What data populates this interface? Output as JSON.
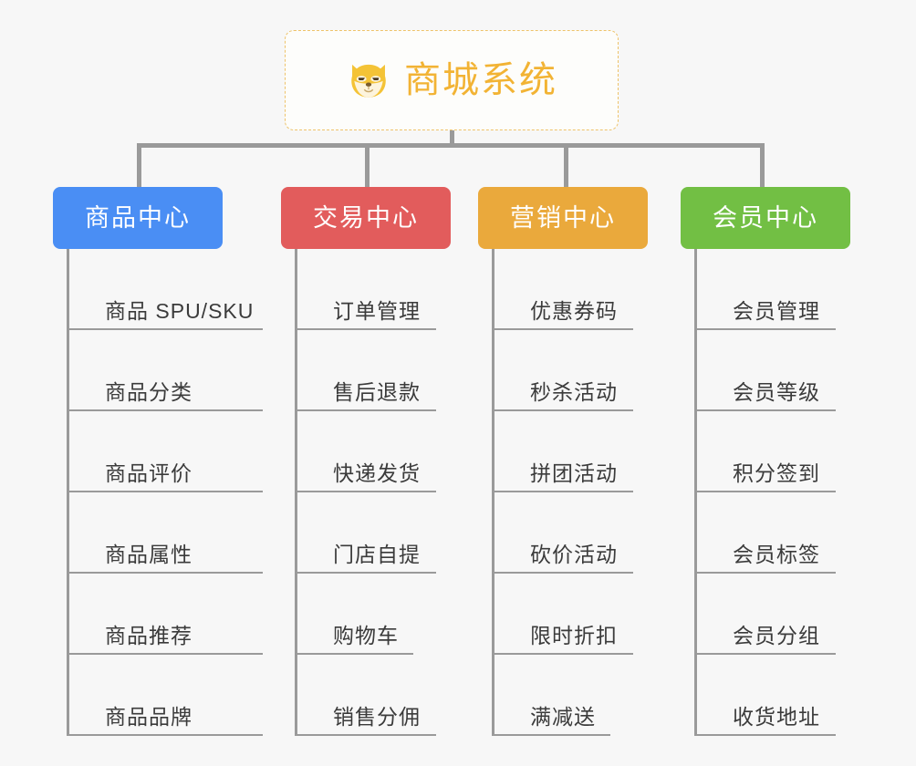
{
  "root": {
    "title": "商城系统",
    "logo_icon": "shiba-dog-face-icon",
    "accent_color": "#f2b334",
    "border_style": "dashed",
    "background": "#fdfdfb"
  },
  "canvas": {
    "background_color": "#f7f7f7",
    "connector_color": "#9a9a9a"
  },
  "columns": [
    {
      "label": "商品中心",
      "color": "#4a8ef4",
      "items": [
        {
          "label": "商品 SPU/SKU"
        },
        {
          "label": "商品分类"
        },
        {
          "label": "商品评价"
        },
        {
          "label": "商品属性"
        },
        {
          "label": "商品推荐"
        },
        {
          "label": "商品品牌"
        }
      ]
    },
    {
      "label": "交易中心",
      "color": "#e25c5c",
      "items": [
        {
          "label": "订单管理"
        },
        {
          "label": "售后退款"
        },
        {
          "label": "快递发货"
        },
        {
          "label": "门店自提"
        },
        {
          "label": "购物车"
        },
        {
          "label": "销售分佣"
        }
      ]
    },
    {
      "label": "营销中心",
      "color": "#eaa93c",
      "items": [
        {
          "label": "优惠券码"
        },
        {
          "label": "秒杀活动"
        },
        {
          "label": "拼团活动"
        },
        {
          "label": "砍价活动"
        },
        {
          "label": "限时折扣"
        },
        {
          "label": "满减送"
        }
      ]
    },
    {
      "label": "会员中心",
      "color": "#72bf44",
      "items": [
        {
          "label": "会员管理"
        },
        {
          "label": "会员等级"
        },
        {
          "label": "积分签到"
        },
        {
          "label": "会员标签"
        },
        {
          "label": "会员分组"
        },
        {
          "label": "收货地址"
        }
      ]
    }
  ]
}
